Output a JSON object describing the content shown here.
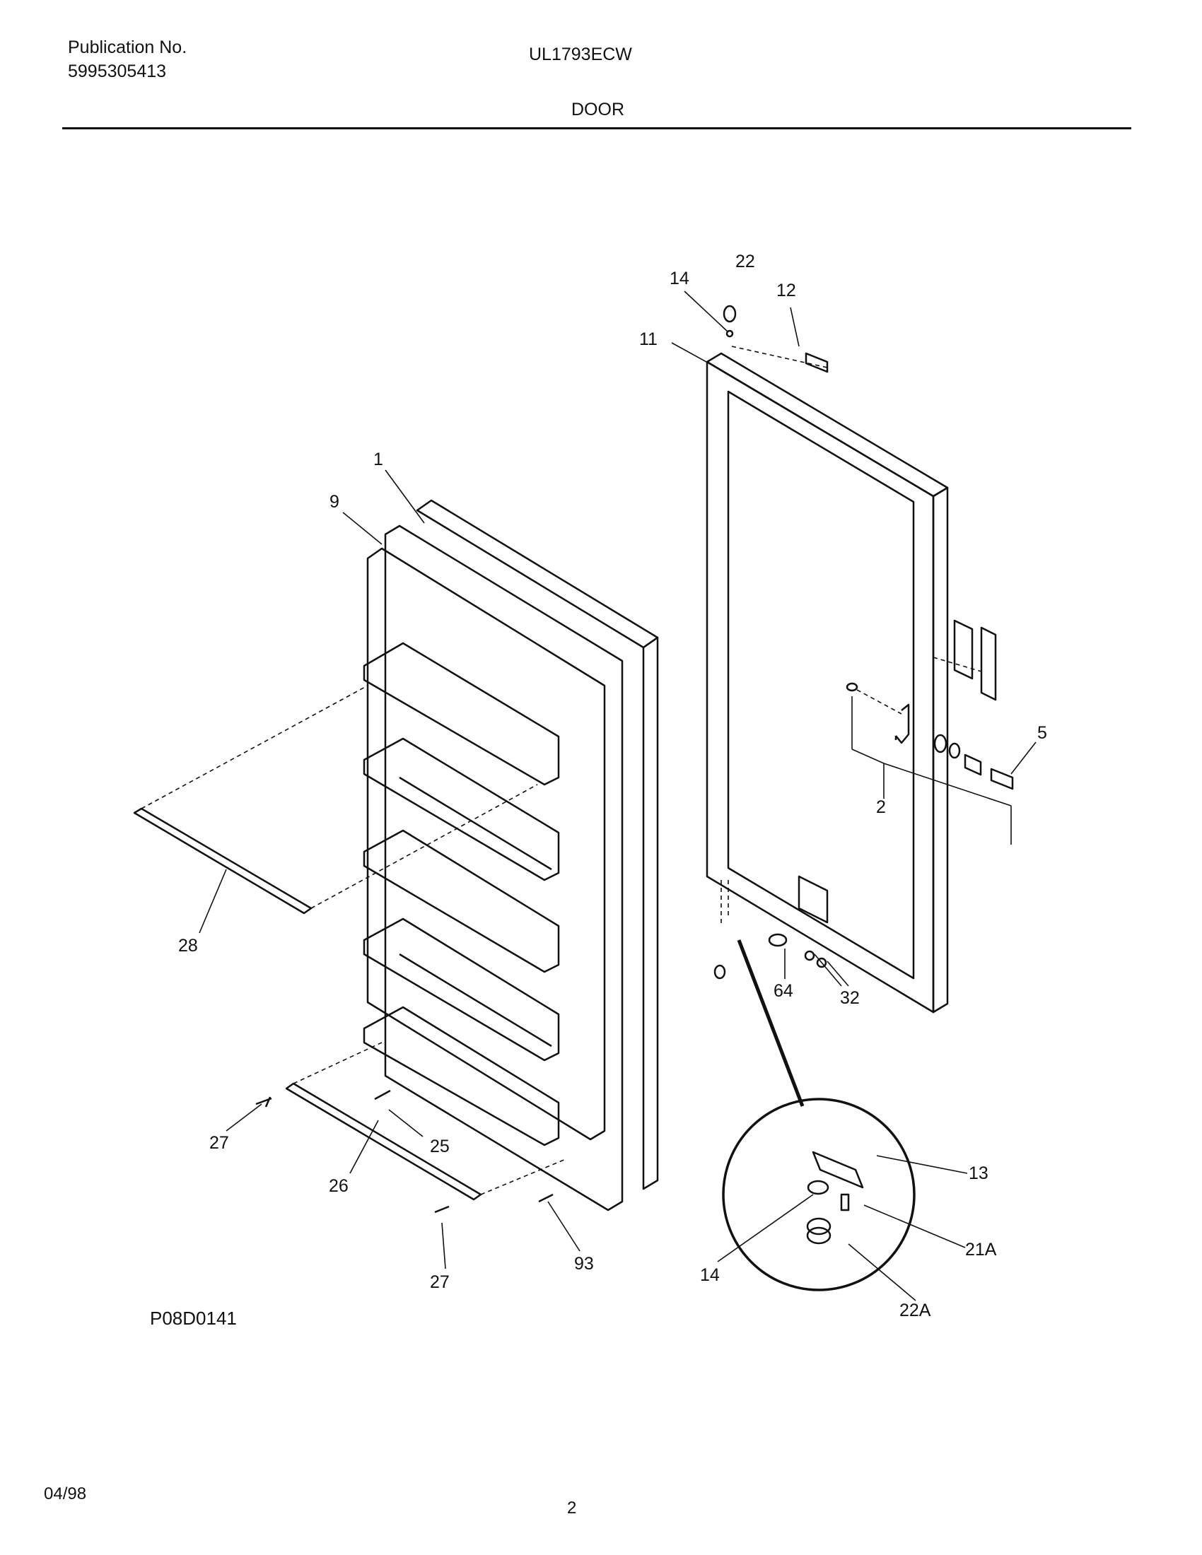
{
  "header": {
    "publication_label": "Publication No.",
    "publication_number": "5995305413",
    "model": "UL1793ECW",
    "section": "DOOR"
  },
  "footer": {
    "drawing_code": "P08D0141",
    "date": "04/98",
    "page_number": "2"
  },
  "callouts": {
    "c1": "1",
    "c2": "2",
    "c5": "5",
    "c9": "9",
    "c11": "11",
    "c12": "12",
    "c13": "13",
    "c14a": "14",
    "c14b": "14",
    "c21a": "21A",
    "c22": "22",
    "c22a": "22A",
    "c25": "25",
    "c26": "26",
    "c27a": "27",
    "c27b": "27",
    "c28": "28",
    "c32": "32",
    "c64": "64",
    "c93": "93"
  }
}
